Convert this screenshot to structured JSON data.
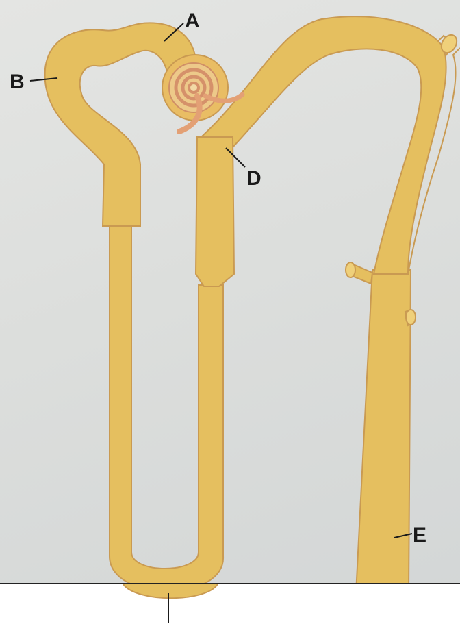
{
  "labels": {
    "A": "A",
    "B": "B",
    "D": "D",
    "E": "E"
  },
  "colors": {
    "tubule_fill": "#e7c25f",
    "tubule_edge": "#c99a52",
    "glomerulus": "#e3a075",
    "background": "#dedfdd"
  }
}
